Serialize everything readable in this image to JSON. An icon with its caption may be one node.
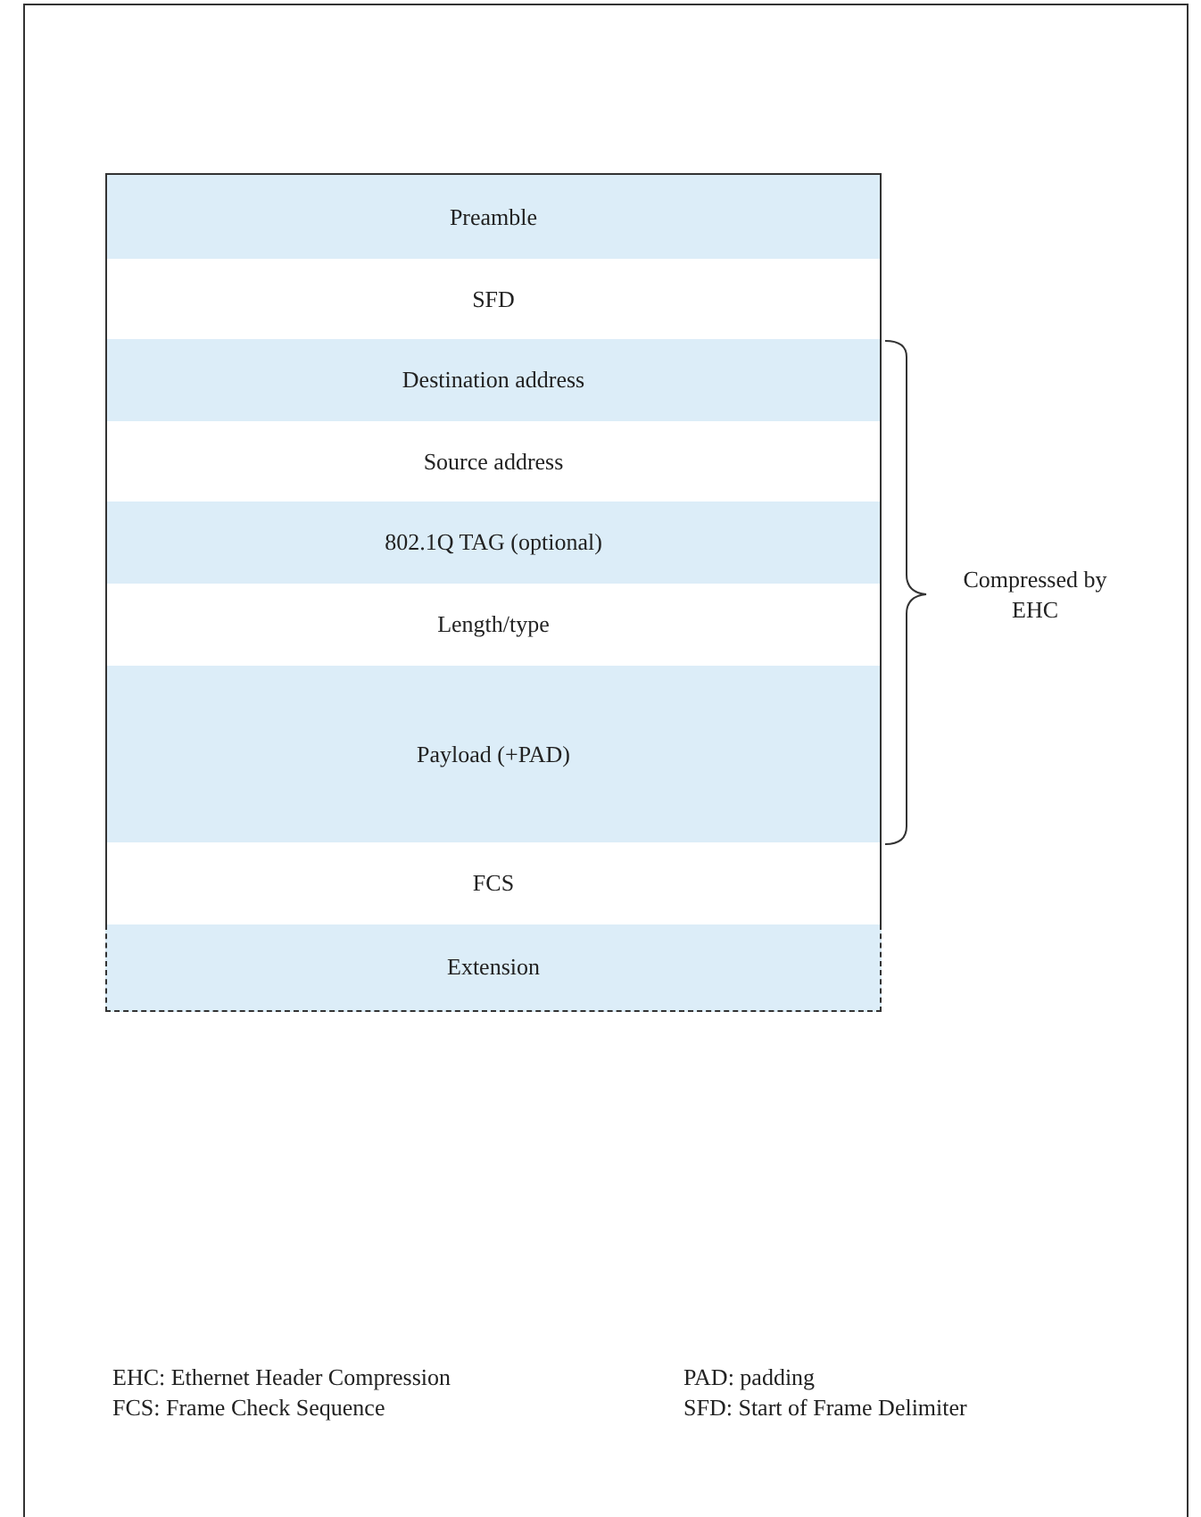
{
  "diagram": {
    "nodes": [
      {
        "text": [
          "Preamble"
        ]
      },
      {
        "text": [
          "SFD"
        ]
      },
      {
        "text": [
          "Destination address"
        ]
      },
      {
        "text": [
          "Source address"
        ]
      },
      {
        "text": [
          "802.1Q TAG (optional)"
        ]
      },
      {
        "text": [
          "Length/type"
        ]
      },
      {
        "text": [
          "Payload (+PAD)"
        ]
      },
      {
        "text": [
          "FCS"
        ]
      },
      {
        "text": [
          "Extension"
        ]
      }
    ],
    "edges": [],
    "labels": [
      "Compressed by EHC",
      "EHC: Ethernet Header Compression",
      "PAD: padding",
      "FCS: Frame Check Sequence",
      "SFD: Start of Frame Delimiter"
    ]
  }
}
